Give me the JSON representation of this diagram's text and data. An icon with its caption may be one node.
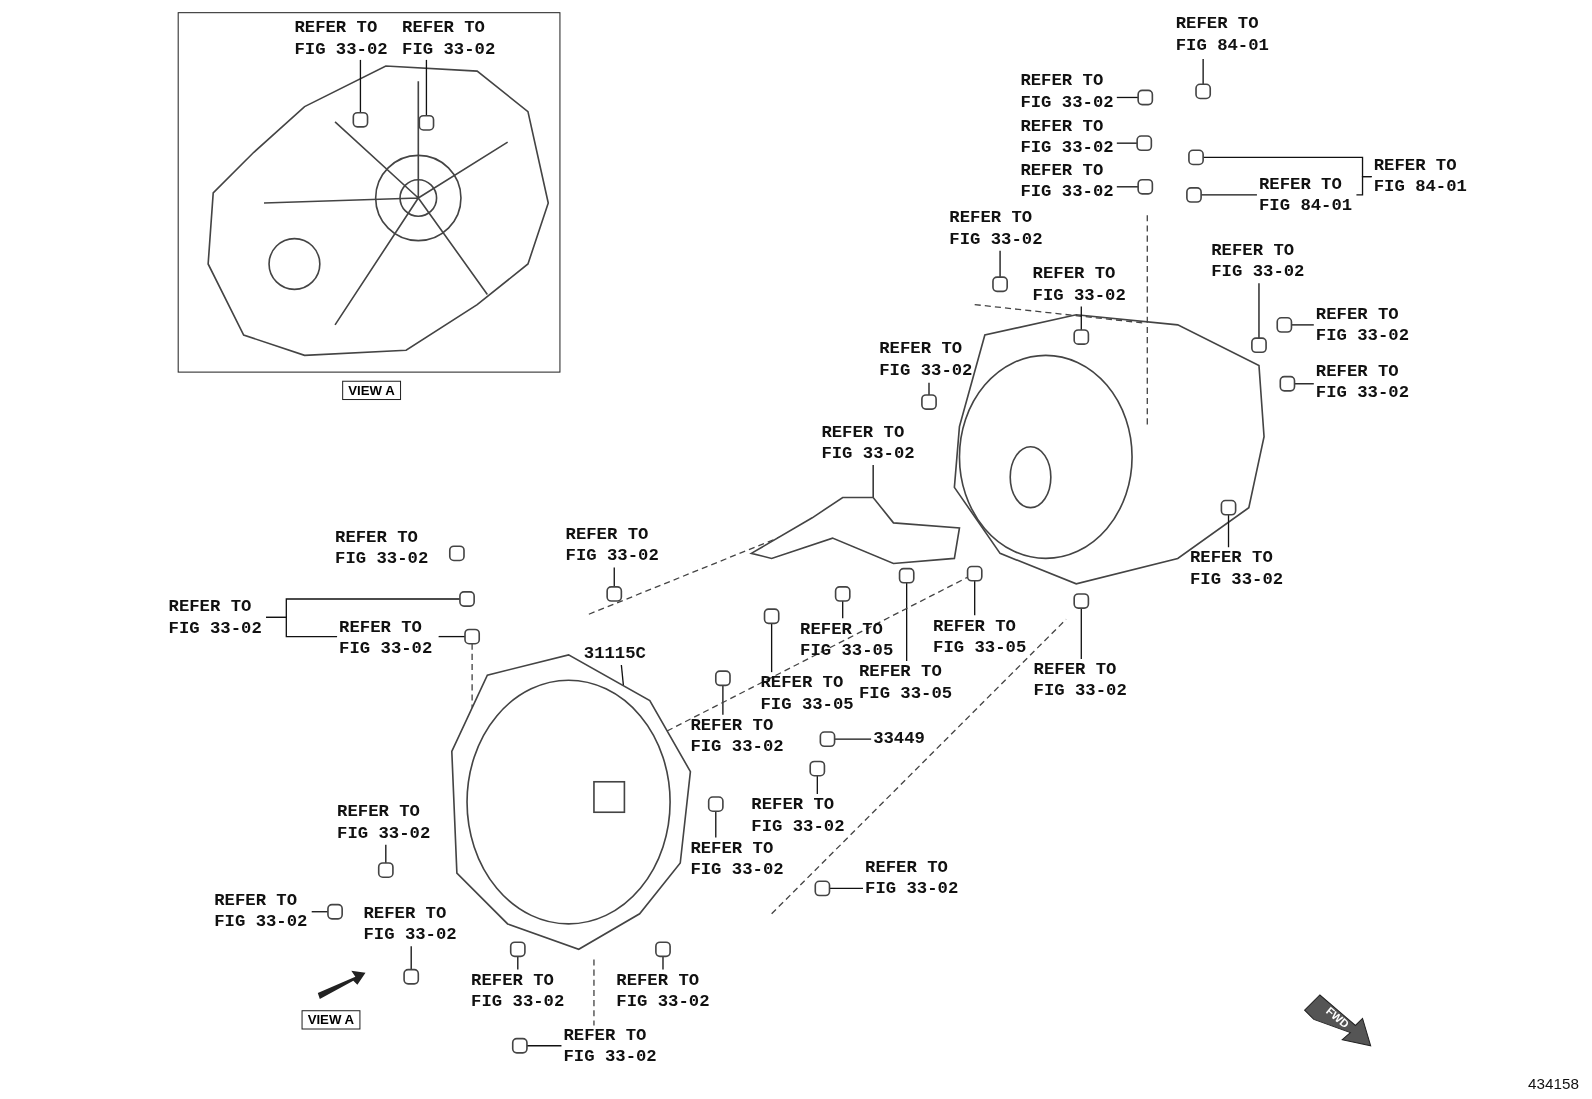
{
  "diagram": {
    "nodes": [
      {
        "text": [],
        "shape": "box"
      },
      {
        "text": [
          "REFER TO FIG 33-02"
        ],
        "in": 0
      },
      {
        "text": [
          "REFER TO FIG 33-02"
        ],
        "in": 0
      },
      {
        "text": [
          "REFER TO FIG 84-01"
        ]
      },
      {
        "text": [
          "REFER TO FIG 33-02"
        ]
      },
      {
        "text": [
          "REFER TO FIG 33-02"
        ]
      },
      {
        "text": [
          "REFER TO FIG 33-02"
        ]
      },
      {
        "text": [
          "REFER TO FIG 84-01"
        ]
      },
      {
        "text": [
          "REFER TO FIG 84-01"
        ]
      },
      {
        "text": [
          "REFER TO FIG 33-02"
        ]
      },
      {
        "text": [
          "REFER TO FIG 33-02"
        ]
      },
      {
        "text": [
          "REFER TO FIG 33-02"
        ]
      },
      {
        "text": [
          "REFER TO FIG 33-02"
        ]
      },
      {
        "text": [
          "REFER TO FIG 33-02"
        ]
      },
      {
        "text": [
          "REFER TO FIG 33-02"
        ]
      },
      {
        "text": [
          "REFER TO FIG 33-02"
        ]
      },
      {
        "text": [
          "REFER TO FIG 33-02"
        ]
      },
      {
        "text": [
          "REFER TO FIG 33-05"
        ]
      },
      {
        "text": [
          "REFER TO FIG 33-05"
        ]
      },
      {
        "text": [
          "REFER TO FIG 33-05"
        ]
      },
      {
        "text": [
          "REFER TO FIG 33-05"
        ]
      },
      {
        "text": [
          "REFER TO FIG 33-02"
        ]
      },
      {
        "text": [
          "REFER TO FIG 33-02"
        ]
      },
      {
        "text": [
          "REFER TO FIG 33-02"
        ]
      },
      {
        "text": [
          "REFER TO FIG 33-02"
        ]
      },
      {
        "text": [
          "REFER TO FIG 33-02"
        ]
      },
      {
        "text": [
          "31115C"
        ]
      },
      {
        "text": [
          "REFER TO FIG 33-02"
        ]
      },
      {
        "text": [
          "33449"
        ]
      },
      {
        "text": [
          "REFER TO FIG 33-02"
        ]
      },
      {
        "text": [
          "REFER TO FIG 33-02"
        ]
      },
      {
        "text": [
          "REFER TO FIG 33-02"
        ]
      },
      {
        "text": [
          "REFER TO FIG 33-02"
        ]
      },
      {
        "text": [
          "REFER TO FIG 33-02"
        ]
      },
      {
        "text": [
          "REFER TO FIG 33-02"
        ]
      },
      {
        "text": [
          "REFER TO FIG 33-02"
        ]
      },
      {
        "text": [
          "REFER TO FIG 33-02"
        ]
      },
      {
        "text": [
          "REFER TO FIG 33-02"
        ]
      },
      {
        "text": [],
        "shape": "box",
        "in": 0
      },
      {
        "text": [],
        "shape": "box",
        "in": 0
      },
      {
        "text": [],
        "shape": "box"
      },
      {
        "text": [],
        "shape": "box"
      },
      {
        "text": [],
        "shape": "box"
      },
      {
        "text": [],
        "shape": "box"
      },
      {
        "text": [],
        "shape": "box"
      },
      {
        "text": [],
        "shape": "box"
      },
      {
        "text": [],
        "shape": "box"
      },
      {
        "text": [],
        "shape": "box"
      },
      {
        "text": [],
        "shape": "box"
      },
      {
        "text": [],
        "shape": "box"
      },
      {
        "text": [],
        "shape": "box"
      },
      {
        "text": [],
        "shape": "box"
      },
      {
        "text": [],
        "shape": "picture"
      },
      {
        "text": [],
        "shape": "box"
      },
      {
        "text": [],
        "shape": "box"
      },
      {
        "text": [],
        "shape": "box"
      },
      {
        "text": [],
        "shape": "box"
      },
      {
        "text": [],
        "shape": "box"
      },
      {
        "text": [],
        "shape": "box"
      },
      {
        "text": [],
        "shape": "box"
      },
      {
        "text": [],
        "shape": "box"
      },
      {
        "text": [],
        "shape": "box"
      },
      {
        "text": [],
        "shape": "box"
      },
      {
        "text": [],
        "shape": "box"
      },
      {
        "text": [],
        "shape": "box"
      },
      {
        "text": [],
        "shape": "box"
      },
      {
        "text": [],
        "shape": "box"
      },
      {
        "text": [],
        "shape": "box"
      },
      {
        "text": [],
        "shape": "box"
      },
      {
        "text": [],
        "shape": "box"
      },
      {
        "text": [],
        "shape": "box"
      },
      {
        "text": [],
        "shape": "box"
      },
      {
        "text": [],
        "shape": "box"
      },
      {
        "text": [],
        "shape": "picture"
      }
    ],
    "edges": [
      {
        "from": 1,
        "to": 38,
        "arrow": "none"
      },
      {
        "from": 2,
        "to": 39,
        "arrow": "none"
      },
      {
        "from": 3,
        "to": 40,
        "arrow": "none"
      },
      {
        "from": 4,
        "to": 41,
        "arrow": "none"
      },
      {
        "from": 5,
        "to": 42,
        "arrow": "none"
      },
      {
        "from": 6,
        "to": 43,
        "arrow": "none"
      },
      {
        "from": 7,
        "to": 44,
        "arrow": "none"
      },
      {
        "from": 7,
        "to": 8,
        "arrow": "none"
      },
      {
        "from": 8,
        "to": 45,
        "arrow": "none"
      },
      {
        "from": 9,
        "to": 46,
        "arrow": "none"
      },
      {
        "from": 10,
        "to": 47,
        "arrow": "none"
      },
      {
        "from": 11,
        "to": 48,
        "arrow": "none"
      },
      {
        "from": 12,
        "to": 49,
        "arrow": "none"
      },
      {
        "from": 13,
        "to": 50,
        "arrow": "none"
      },
      {
        "from": 14,
        "to": 51,
        "arrow": "none"
      },
      {
        "from": 15,
        "to": 52,
        "arrow": "none"
      },
      {
        "from": 16,
        "to": 53,
        "arrow": "none"
      },
      {
        "from": 17,
        "to": 54,
        "arrow": "none"
      },
      {
        "from": 18,
        "to": 55,
        "arrow": "none"
      },
      {
        "from": 19,
        "to": 56,
        "arrow": "none"
      },
      {
        "from": 20,
        "to": 57,
        "arrow": "none"
      },
      {
        "from": 21,
        "to": 58,
        "arrow": "none"
      },
      {
        "from": 23,
        "to": 59,
        "arrow": "none"
      },
      {
        "from": 24,
        "to": 60,
        "arrow": "none"
      },
      {
        "from": 24,
        "to": 25,
        "arrow": "none"
      },
      {
        "from": 25,
        "to": 61,
        "arrow": "none"
      },
      {
        "from": 26,
        "to": 73,
        "arrow": "none"
      },
      {
        "from": 27,
        "to": 62,
        "arrow": "none"
      },
      {
        "from": 28,
        "to": 63,
        "arrow": "none"
      },
      {
        "from": 29,
        "to": 64,
        "arrow": "none"
      },
      {
        "from": 30,
        "to": 65,
        "arrow": "none"
      },
      {
        "from": 31,
        "to": 66,
        "arrow": "none"
      },
      {
        "from": 32,
        "to": 67,
        "arrow": "none"
      },
      {
        "from": 33,
        "to": 68,
        "arrow": "none"
      },
      {
        "from": 34,
        "to": 69,
        "arrow": "none"
      },
      {
        "from": 35,
        "to": 70,
        "arrow": "none"
      },
      {
        "from": 36,
        "to": 71,
        "arrow": "none"
      },
      {
        "from": 37,
        "to": 72,
        "arrow": "none"
      },
      {
        "from": 61,
        "to": 73,
        "arrow": "none",
        "style": "dashed"
      },
      {
        "from": 73,
        "to": 55,
        "arrow": "none",
        "style": "dashed"
      }
    ],
    "labels": [
      "VIEW A",
      "VIEW A",
      "FWD",
      "434158"
    ]
  }
}
